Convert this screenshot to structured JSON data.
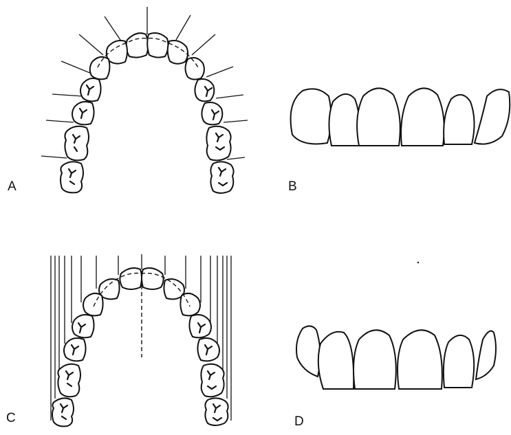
{
  "panels": [
    {
      "label": "A",
      "view": "occlusal",
      "projection": "radial"
    },
    {
      "label": "B",
      "view": "frontal",
      "projection": "radial"
    },
    {
      "label": "C",
      "view": "occlusal",
      "projection": "parallel"
    },
    {
      "label": "D",
      "view": "frontal",
      "projection": "parallel"
    }
  ],
  "colors": {
    "line": "#111111",
    "background": "#ffffff"
  }
}
